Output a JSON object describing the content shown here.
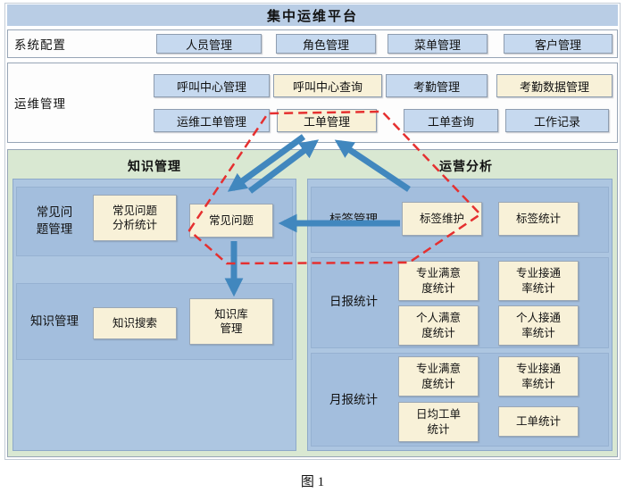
{
  "header": {
    "title": "集中运维平台"
  },
  "caption": "图 1",
  "system_row": {
    "label": "系统配置",
    "buttons": [
      {
        "label": "人员管理",
        "tone": "blue"
      },
      {
        "label": "角色管理",
        "tone": "blue"
      },
      {
        "label": "菜单管理",
        "tone": "blue"
      },
      {
        "label": "客户管理",
        "tone": "blue"
      }
    ]
  },
  "ops_row": {
    "label": "运维管理",
    "row1": [
      {
        "label": "呼叫中心管理",
        "tone": "blue"
      },
      {
        "label": "呼叫中心查询",
        "tone": "cream"
      },
      {
        "label": "考勤管理",
        "tone": "blue"
      },
      {
        "label": "考勤数据管理",
        "tone": "cream"
      }
    ],
    "row2": [
      {
        "label": "运维工单管理",
        "tone": "blue"
      },
      {
        "label": "工单管理",
        "tone": "cream"
      },
      {
        "label": "工单查询",
        "tone": "blue"
      },
      {
        "label": "工作记录",
        "tone": "blue"
      }
    ]
  },
  "knowledge_panel": {
    "title": "知识管理",
    "groups": [
      {
        "label": "常见问\n题管理",
        "items": [
          {
            "label": "常见问题\n分析统计"
          },
          {
            "label": "常见问题"
          }
        ]
      },
      {
        "label": "知识管理",
        "items": [
          {
            "label": "知识搜索"
          },
          {
            "label": "知识库\n管理"
          }
        ]
      }
    ]
  },
  "analysis_panel": {
    "title": "运营分析",
    "groups": [
      {
        "label": "标签管理",
        "items": [
          {
            "label": "标签维护"
          },
          {
            "label": "标签统计"
          }
        ]
      },
      {
        "label": "日报统计",
        "items": [
          {
            "label": "专业满意\n度统计"
          },
          {
            "label": "专业接通\n率统计"
          },
          {
            "label": "个人满意\n度统计"
          },
          {
            "label": "个人接通\n率统计"
          }
        ]
      },
      {
        "label": "月报统计",
        "items": [
          {
            "label": "专业满意\n度统计"
          },
          {
            "label": "专业接通\n率统计"
          },
          {
            "label": "日均工单\n统计"
          },
          {
            "label": "工单统计"
          }
        ]
      }
    ]
  },
  "connections": [
    {
      "from": "工单管理",
      "to": "常见问题",
      "direction": "both"
    },
    {
      "from": "标签维护",
      "to": "工单管理",
      "direction": "one-way"
    },
    {
      "from": "标签维护",
      "to": "常见问题",
      "direction": "one-way"
    },
    {
      "from": "常见问题",
      "to": "知识库管理",
      "direction": "one-way"
    }
  ],
  "colors": {
    "header_bg": "#b9cde5",
    "button_blue": "#c6d9ef",
    "button_cream": "#f8f1d8",
    "panel_blue": "#adc6e1",
    "green_bg": "#d9e8d2",
    "arrow": "#4187be",
    "dashed_highlight": "#e53030"
  }
}
